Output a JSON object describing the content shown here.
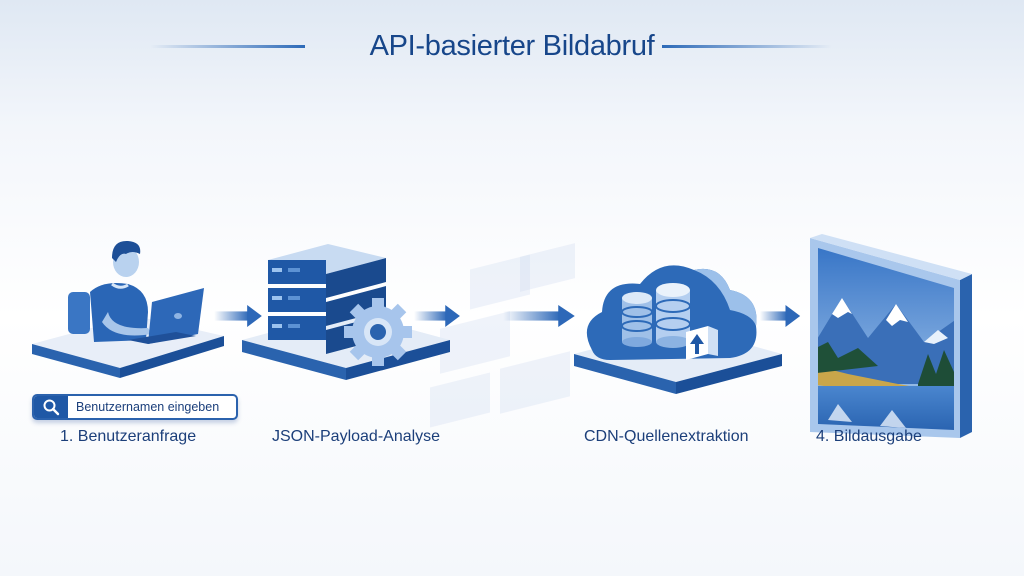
{
  "title": "API-basierter Bildabruf",
  "colors": {
    "primary": "#1f58a6",
    "dark": "#17468a",
    "light": "#9cc0ea",
    "text": "#1c3f7a"
  },
  "search": {
    "icon": "search-icon",
    "placeholder": "Benutzernamen eingeben"
  },
  "steps": [
    {
      "label": "1. Benutzeranfrage",
      "icon": "user-laptop-icon"
    },
    {
      "label": "JSON-Payload-Analyse",
      "icon": "server-gear-icon"
    },
    {
      "label": "CDN-Quellenextraktion",
      "icon": "cloud-database-icon"
    },
    {
      "label": "4. Bildausgabe",
      "icon": "landscape-image-icon"
    }
  ],
  "connectors": [
    "arrow-right-icon",
    "arrow-right-icon",
    "arrow-right-icon",
    "arrow-right-icon"
  ]
}
